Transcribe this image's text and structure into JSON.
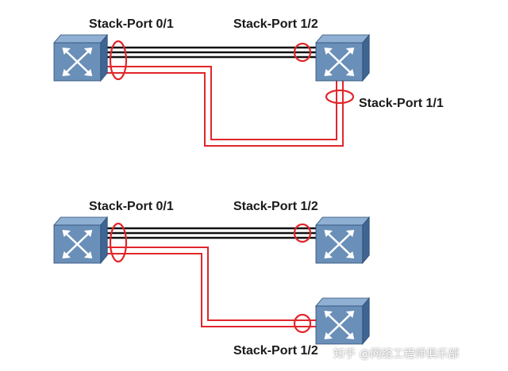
{
  "labels": {
    "top_port_left": "Stack-Port 0/1",
    "top_port_right_upper": "Stack-Port 1/2",
    "top_port_right_lower": "Stack-Port 1/1",
    "bottom_port_left": "Stack-Port 0/1",
    "bottom_port_right_upper": "Stack-Port 1/2",
    "bottom_port_right_lower": "Stack-Port 1/2"
  },
  "watermark": "知乎 @网络工程师俱乐部",
  "colors": {
    "switch_front": "#6a8fb8",
    "switch_side": "#3f6593",
    "switch_top": "#8fb0d3",
    "cable_black": "#111111",
    "cable_red": "#e1262b",
    "port_ring": "#e1262b"
  },
  "icons": {
    "switch": "switch-icon",
    "port_ring": "port-group-ring"
  }
}
